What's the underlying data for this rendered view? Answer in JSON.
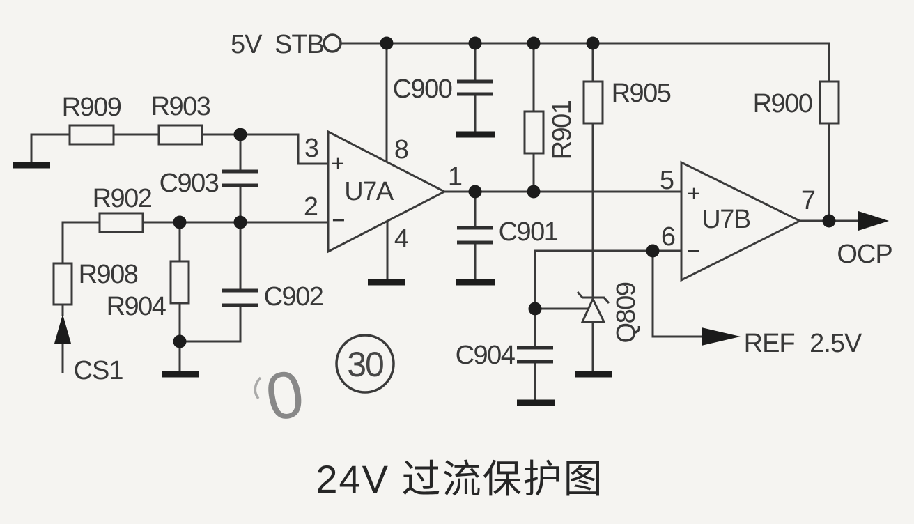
{
  "title": "24V 过流保护图",
  "badge_number": "30",
  "handwritten_mark": "0",
  "nets": {
    "power_rail": "5V STB",
    "current_sense_input": "CS1",
    "protection_output": "OCP",
    "reference_output": "REF 2.5V"
  },
  "opamp_a": {
    "ref": "U7A",
    "pin_noninverting": "3",
    "pin_inverting": "2",
    "pin_supply": "8",
    "pin_ground": "4",
    "pin_output": "1",
    "plus_sign": "+",
    "minus_sign": "−"
  },
  "opamp_b": {
    "ref": "U7B",
    "pin_noninverting": "5",
    "pin_inverting": "6",
    "pin_output": "7",
    "plus_sign": "+",
    "minus_sign": "−"
  },
  "resistors": {
    "r909": "R909",
    "r903": "R903",
    "r902": "R902",
    "r908": "R908",
    "r904": "R904",
    "r901": "R901",
    "r905": "R905",
    "r900": "R900"
  },
  "capacitors": {
    "c900": "C900",
    "c901": "C901",
    "c902": "C902",
    "c903": "C903",
    "c904": "C904"
  },
  "diodes": {
    "q809": "Q809"
  },
  "colors": {
    "ink": "#3a3a3a",
    "junction_dot": "#1c1c1c",
    "paper": "#f5f4f1",
    "pencil": "#6e6e6e"
  }
}
